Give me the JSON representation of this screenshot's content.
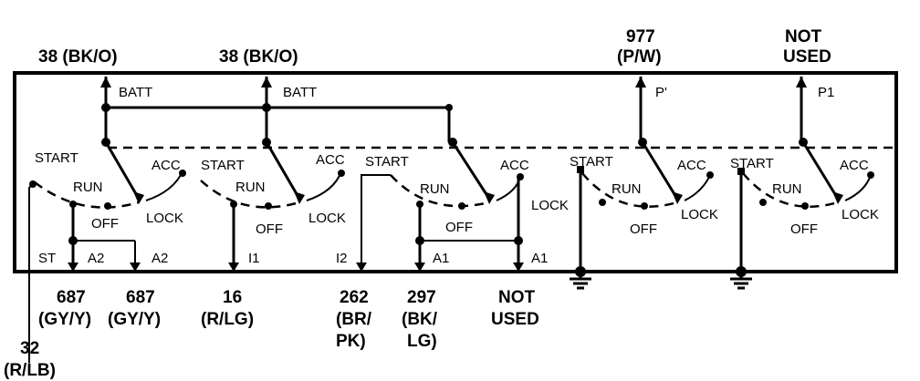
{
  "top_wires": {
    "w1": [
      "38 (BK/O)"
    ],
    "w2": [
      "38 (BK/O)"
    ],
    "w3": [
      "977",
      "(P/W)"
    ],
    "w4": [
      "NOT",
      "USED"
    ]
  },
  "terminal_labels": {
    "batt": "BATT",
    "p1_primed": "P'",
    "p1": "P1",
    "st": "ST",
    "a2": "A2",
    "i1": "I1",
    "i2": "I2",
    "a1": "A1"
  },
  "positions": {
    "start": "START",
    "run": "RUN",
    "off": "OFF",
    "lock": "LOCK",
    "acc": "ACC"
  },
  "bottom_wires": {
    "b687a": [
      "687",
      "(GY/Y)"
    ],
    "b687b": [
      "687",
      "(GY/Y)"
    ],
    "b16": [
      "16",
      "(R/LG)"
    ],
    "b262": [
      "262",
      "(BR/",
      "PK)"
    ],
    "b297": [
      "297",
      "(BK/",
      "LG)"
    ],
    "bnotused": [
      "NOT",
      "USED"
    ],
    "b32": [
      "32",
      "(R/LB)"
    ]
  }
}
